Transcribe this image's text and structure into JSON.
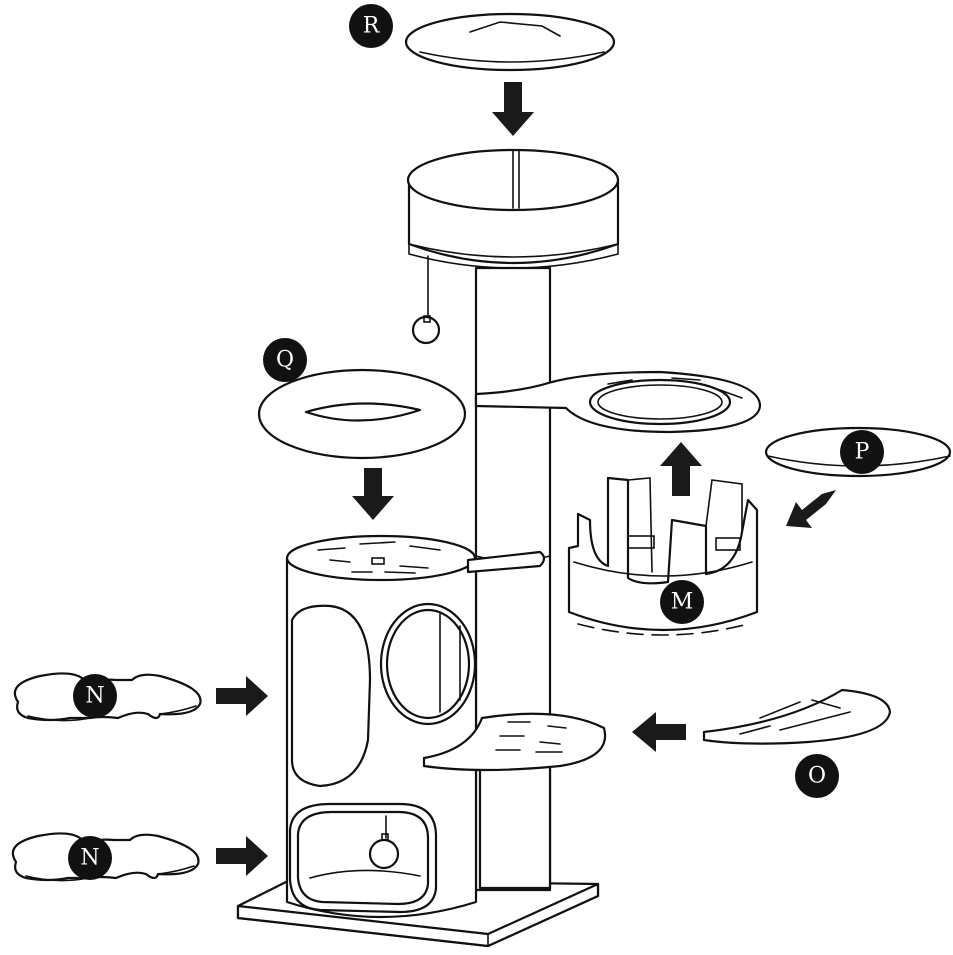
{
  "labels": {
    "R": "R",
    "Q": "Q",
    "P": "P",
    "M": "M",
    "N_upper": "N",
    "N_lower": "N",
    "O": "O"
  },
  "colors": {
    "line": "#111111",
    "badge": "#111111",
    "badge_text": "#ffffff",
    "background": "#ffffff"
  },
  "icons": {
    "arrow": "block-arrow-icon",
    "badge": "filled-circle-icon"
  }
}
